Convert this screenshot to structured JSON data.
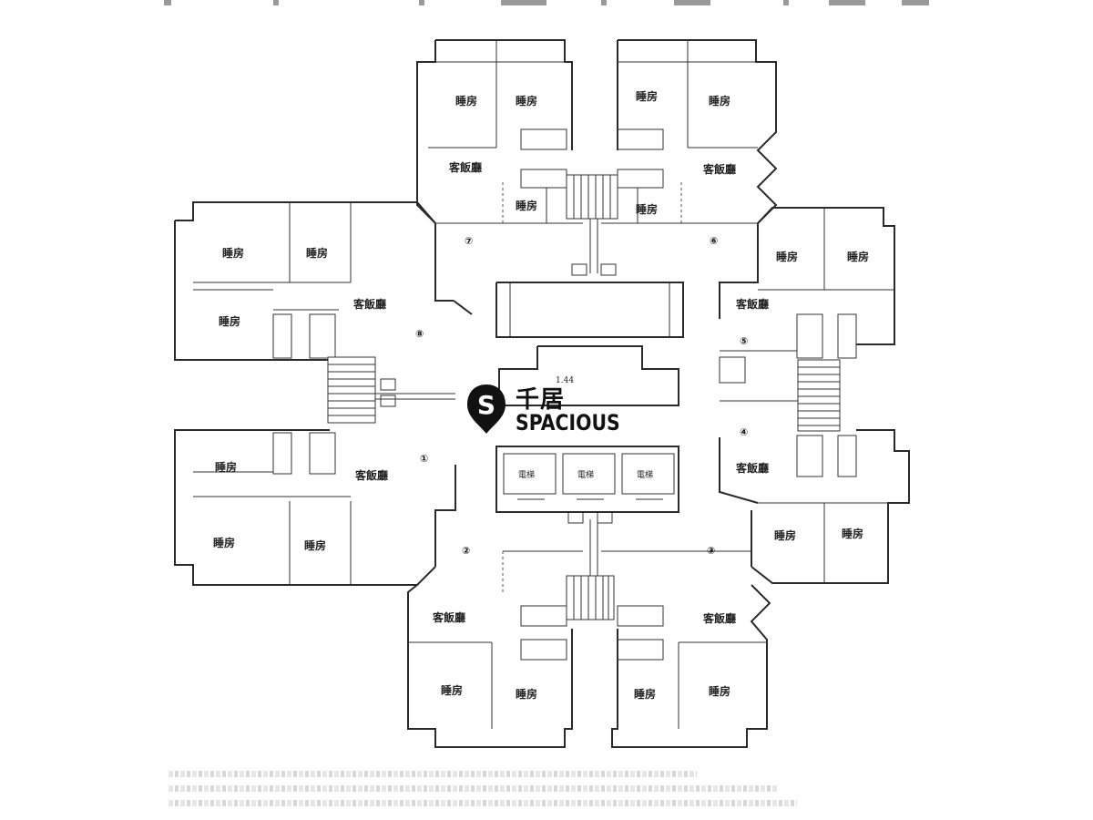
{
  "labels": {
    "bedroom": "睡房",
    "living_dining": "客飯廳",
    "lift_1": "電梯",
    "lift_2": "電梯",
    "lift_3": "電梯",
    "lobby_mark": "1.44"
  },
  "units": [
    "①",
    "②",
    "③",
    "④",
    "⑤",
    "⑥",
    "⑦",
    "⑧"
  ],
  "brand": {
    "logo_letter": "S",
    "name_cn": "千居",
    "name_en": "SPACIOUS",
    "logo_color": "#111111"
  },
  "colors": {
    "line": "#2a2a2a",
    "background": "#ffffff"
  }
}
